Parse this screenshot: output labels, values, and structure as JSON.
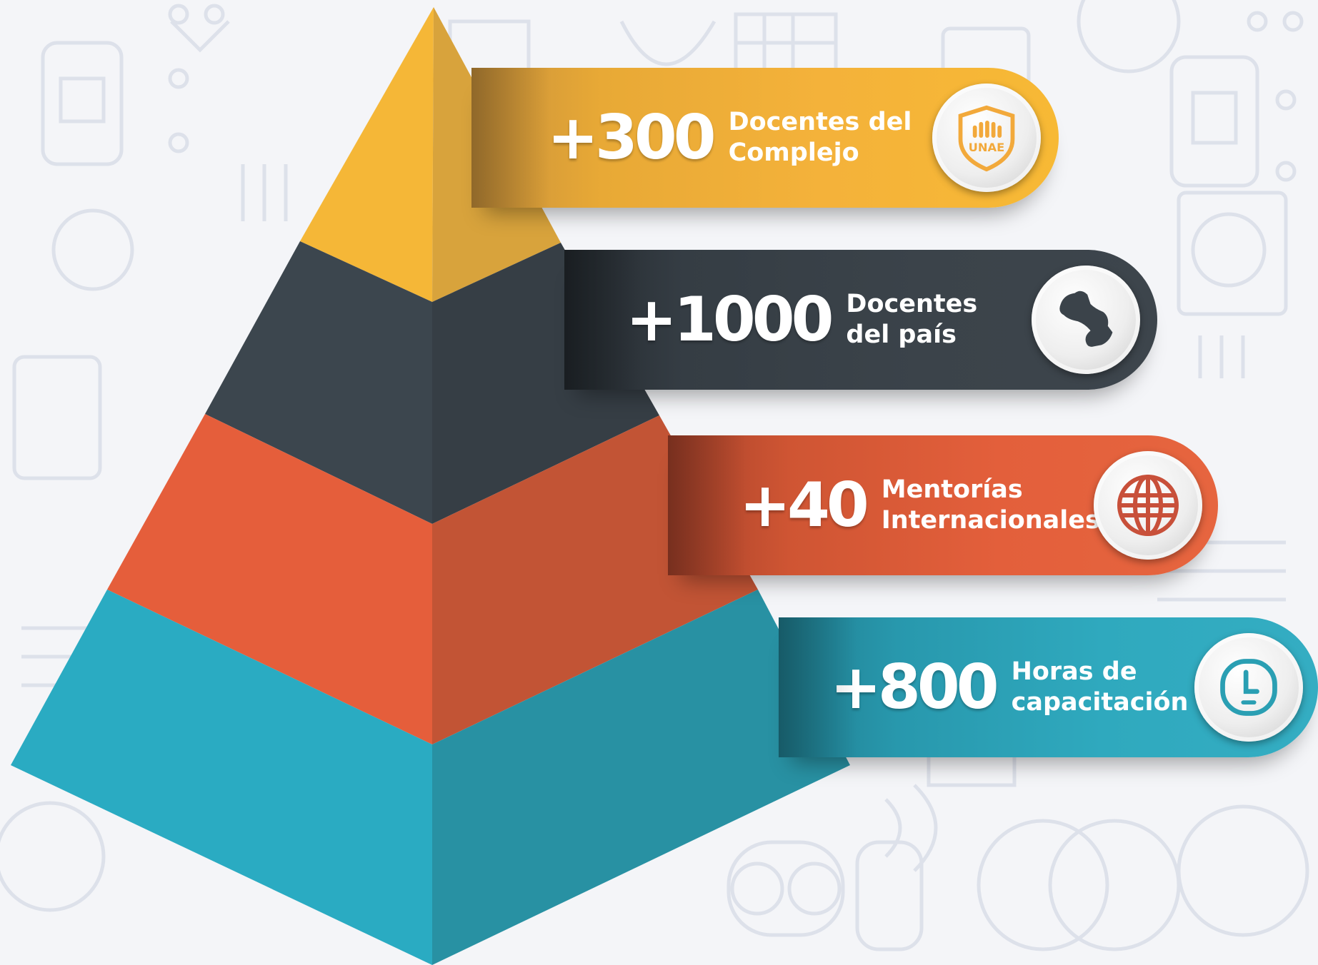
{
  "colors": {
    "yellow": "#f4b23a",
    "dark": "#3b434a",
    "orange": "#e35f3b",
    "teal": "#2fa9be",
    "background": "#f4f5f8"
  },
  "stats": [
    {
      "value": "+300",
      "label_line1": "Docentes del",
      "label_line2": "Complejo",
      "icon": "unae-shield-icon",
      "logo_text": "UNAE",
      "color": "#f4b23a"
    },
    {
      "value": "+1000",
      "label_line1": "Docentes",
      "label_line2": "del país",
      "icon": "paraguay-map-icon",
      "color": "#3b434a"
    },
    {
      "value": "+40",
      "label_line1": "Mentorías",
      "label_line2": "Internacionales",
      "icon": "globe-icon",
      "color": "#e35f3b"
    },
    {
      "value": "+800",
      "label_line1": "Horas de",
      "label_line2": "capacitación",
      "icon": "clock-icon",
      "color": "#2fa9be"
    }
  ]
}
